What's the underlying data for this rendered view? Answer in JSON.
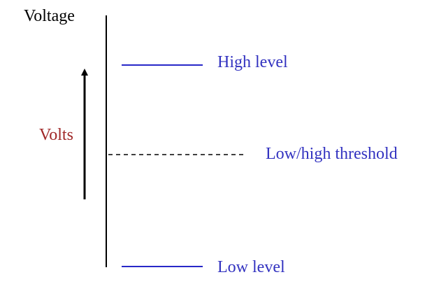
{
  "diagram": {
    "title": "Voltage",
    "axis_label": "Volts",
    "levels": {
      "high": "High level",
      "threshold": "Low/high threshold",
      "low": "Low level"
    }
  },
  "colors": {
    "axis": "#000000",
    "axis_label": "#a02828",
    "level_lines": "#2828c8",
    "level_text": "#3232c0",
    "threshold_line": "#000000"
  }
}
